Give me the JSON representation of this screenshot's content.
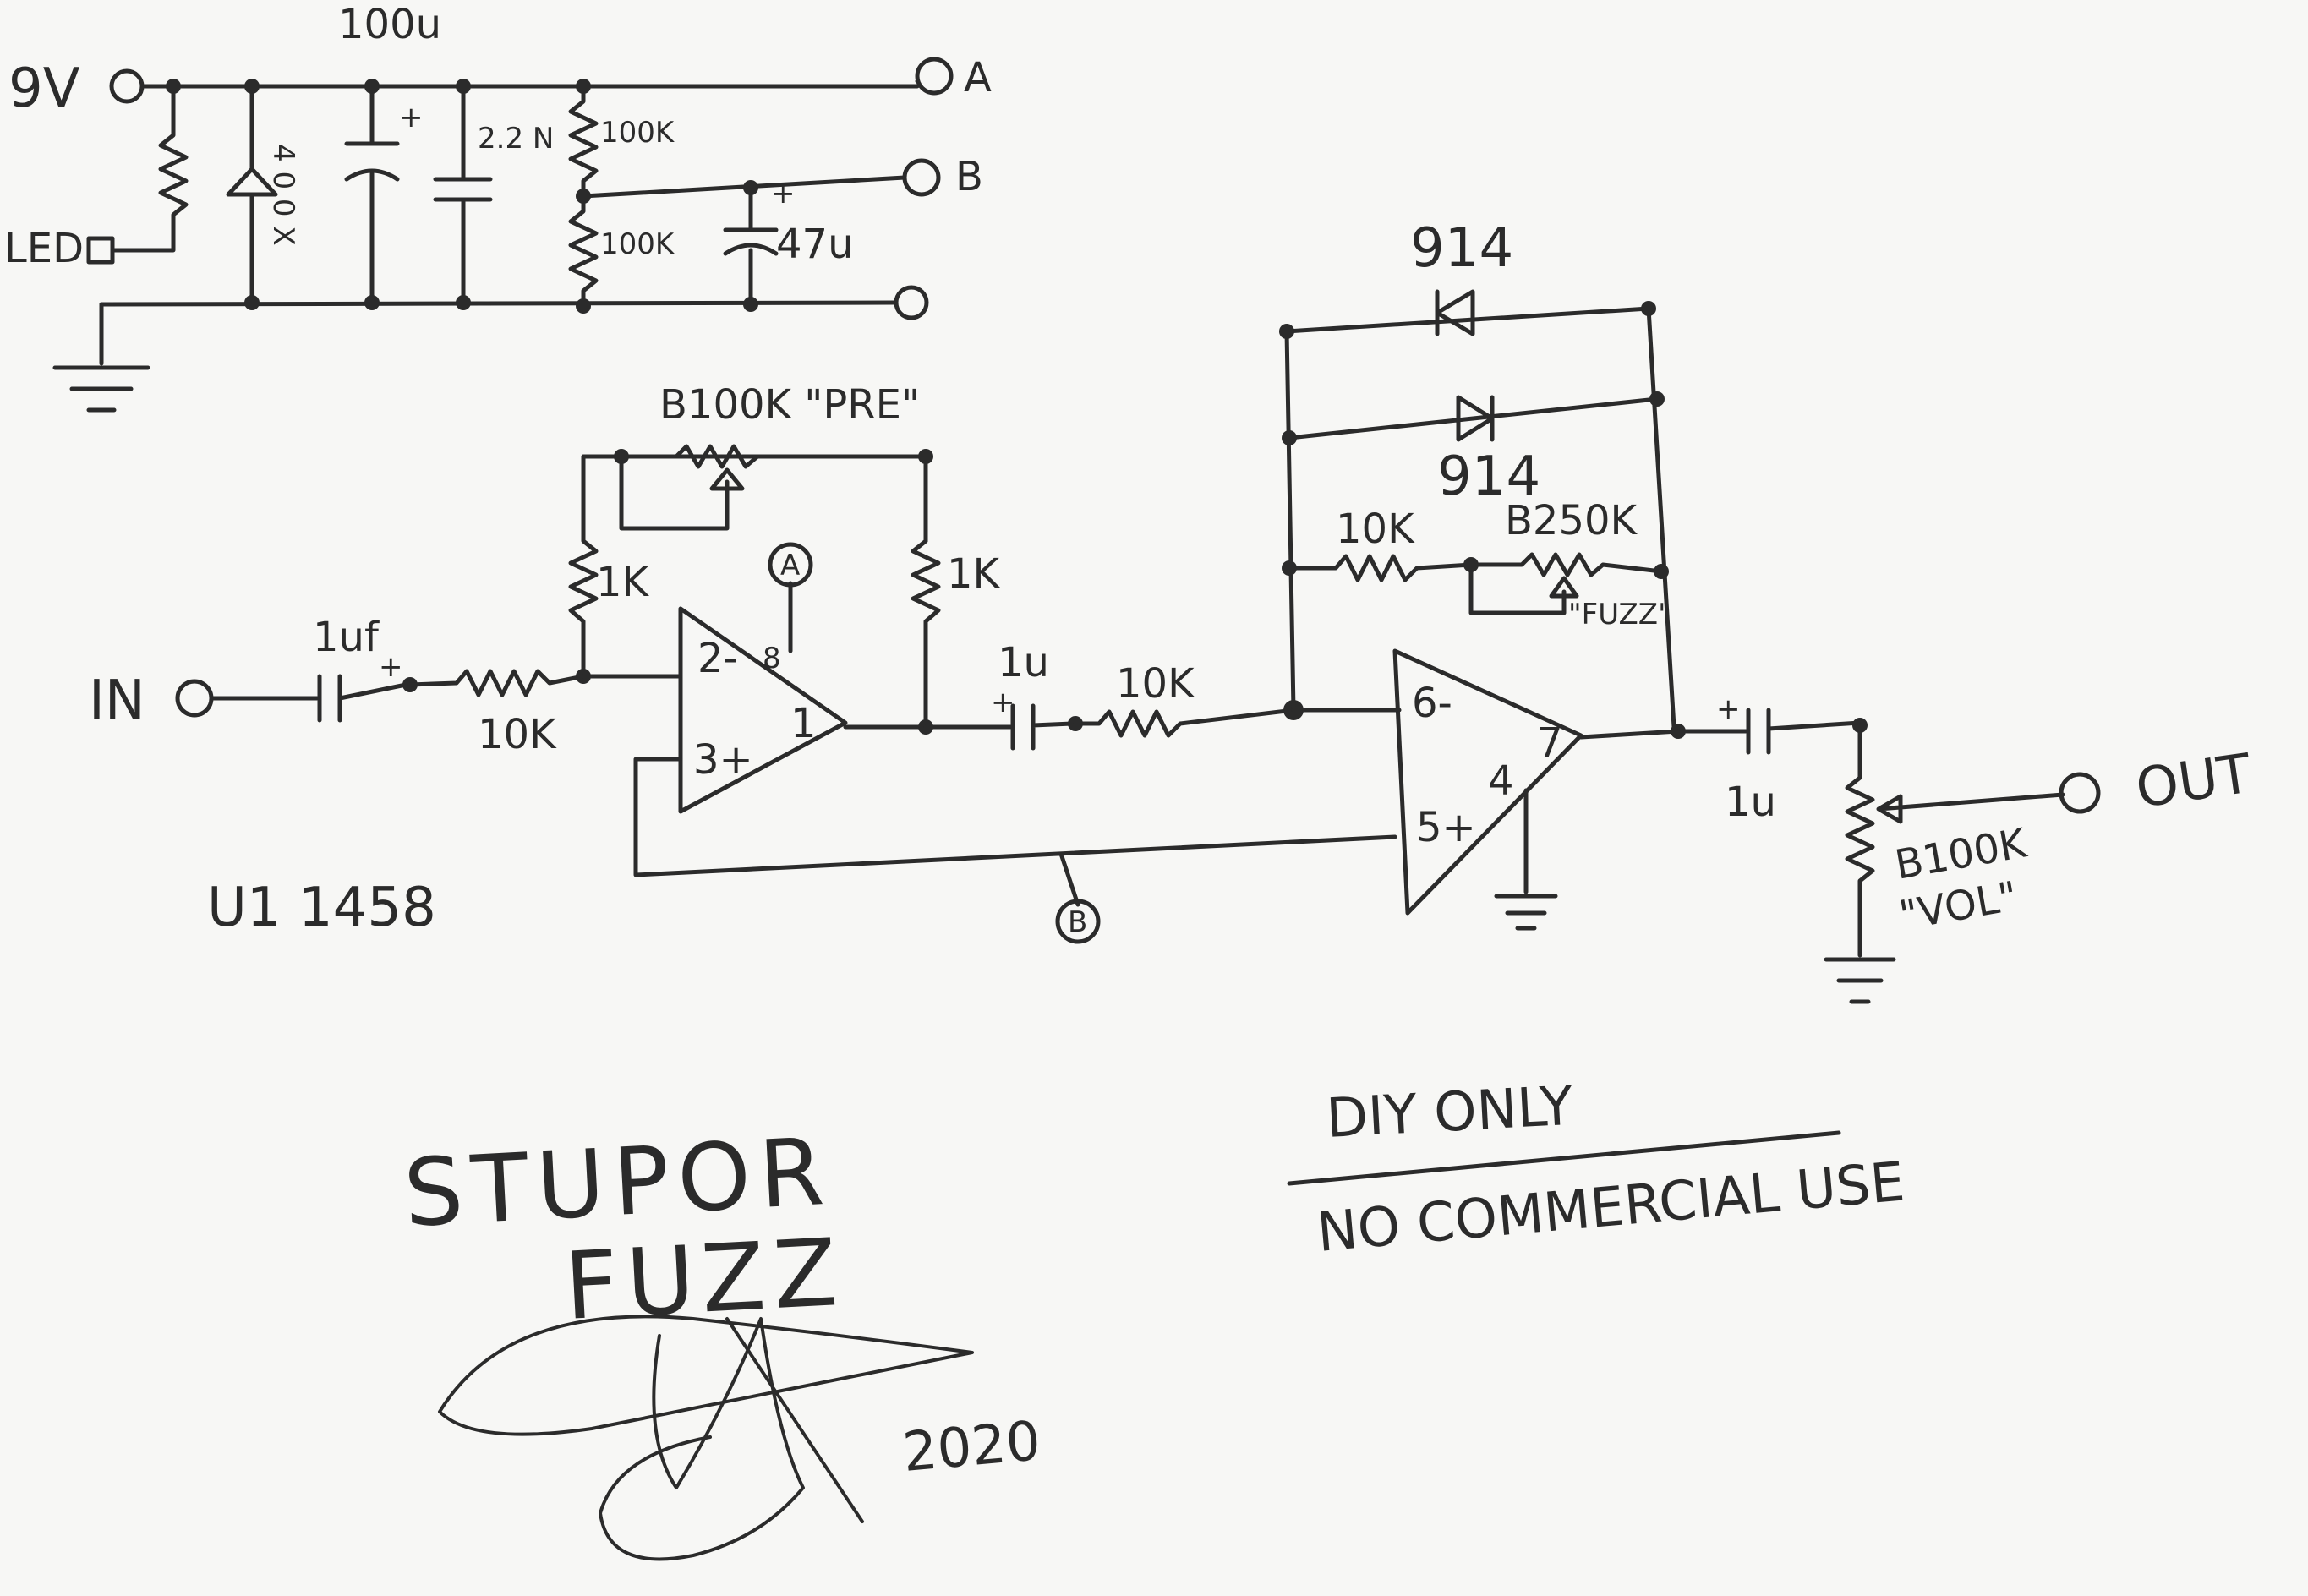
{
  "power": {
    "supply_label": "9V",
    "led_label": "LED",
    "diode_label": "4 0 0 X",
    "cap_bulk_label": "100u",
    "cap_small_label": "2.2 N",
    "res_upper_label": "100K",
    "res_lower_label": "100K",
    "cap_ref_label": "47u",
    "node_a_label": "A",
    "node_b_label": "B"
  },
  "stage1": {
    "input_label": "IN",
    "input_cap_label": "1uf",
    "input_res_label": "10K",
    "pot_label": "B100K \"PRE\"",
    "fb_res_left_label": "1K",
    "fb_res_right_label": "1K",
    "pin_minus": "2-",
    "pin_plus": "3+",
    "pin_out": "1",
    "pin_supply": "8",
    "supply_marker": "A",
    "ic_label": "U1 1458"
  },
  "stage2": {
    "coupling_cap_label": "1u",
    "series_res_label": "10K",
    "diode_top_label": "914",
    "diode_bottom_label": "914",
    "fb_res_label": "10K",
    "fuzz_pot_label": "B250K",
    "fuzz_pot_name": "\"FUZZ\"",
    "pin_minus": "6-",
    "pin_plus": "5+",
    "pin_out": "7",
    "pin_gnd": "4",
    "bias_marker": "B"
  },
  "output": {
    "cap_label": "1u",
    "vol_pot_label": "B100K",
    "vol_pot_name": "\"VOL\"",
    "output_label": "OUT"
  },
  "notes": {
    "title_line1": "STUPOR",
    "title_line2": "FUZZ",
    "year": "2020",
    "diy_only": "DIY ONLY",
    "no_commercial": "NO COMMERCIAL USE"
  }
}
